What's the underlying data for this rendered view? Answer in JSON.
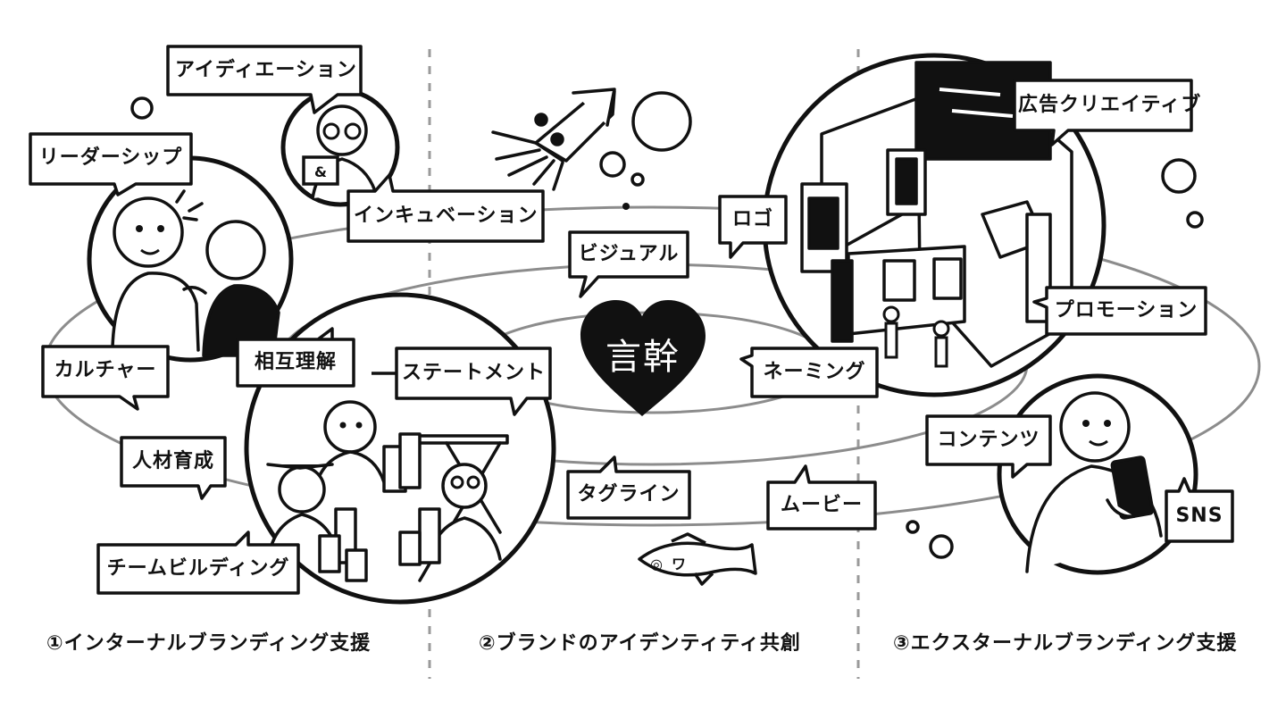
{
  "core": {
    "label": "言幹"
  },
  "tags": {
    "ideation": "アイディエーション",
    "leadership": "リーダーシップ",
    "incubation": "インキュベーション",
    "culture": "カルチャー",
    "mutual_understanding": "相互理解",
    "statement": "ステートメント",
    "hr_development": "人材育成",
    "team_building": "チームビルディング",
    "visual": "ビジュアル",
    "logo": "ロゴ",
    "naming": "ネーミング",
    "tagline": "タグライン",
    "movie": "ムービー",
    "ad_creative": "広告クリエイティブ",
    "promotion": "プロモーション",
    "contents": "コンテンツ",
    "sns": "SNS"
  },
  "sections": {
    "internal": "①インターナルブランディング支援",
    "identity": "②ブランドのアイデンティティ共創",
    "external": "③エクスターナルブランディング支援"
  },
  "laptop_logo": "&",
  "colors": {
    "ink": "#111111",
    "paper": "#ffffff",
    "orbit": "#8c8c8c",
    "divider": "#9a9a9a"
  }
}
